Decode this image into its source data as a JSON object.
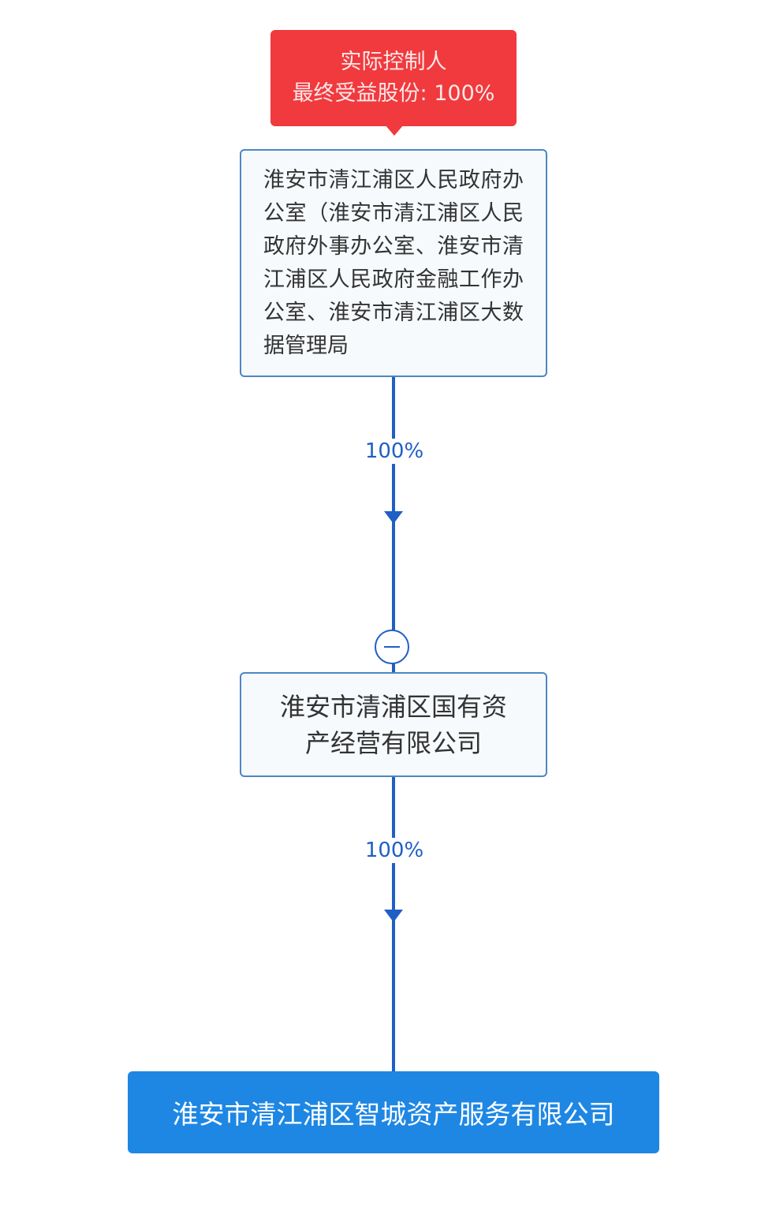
{
  "controller_tag": {
    "line1": "实际控制人",
    "line2": "最终受益股份: 100%"
  },
  "nodes": [
    {
      "name": "淮安市清江浦区人民政府办公室（淮安市清江浦区人民政府外事办公室、淮安市清江浦区人民政府金融工作办公室、淮安市清江浦区大数据管理局"
    },
    {
      "name": "淮安市清浦区国有资产经营有限公司"
    },
    {
      "name": "淮安市清江浦区智城资产服务有限公司"
    }
  ],
  "edges": [
    {
      "from": 0,
      "to": 1,
      "percent": "100%"
    },
    {
      "from": 1,
      "to": 2,
      "percent": "100%"
    }
  ],
  "colors": {
    "controller": "#f03a3e",
    "edge": "#1f5fc4",
    "target": "#1e87e4"
  }
}
